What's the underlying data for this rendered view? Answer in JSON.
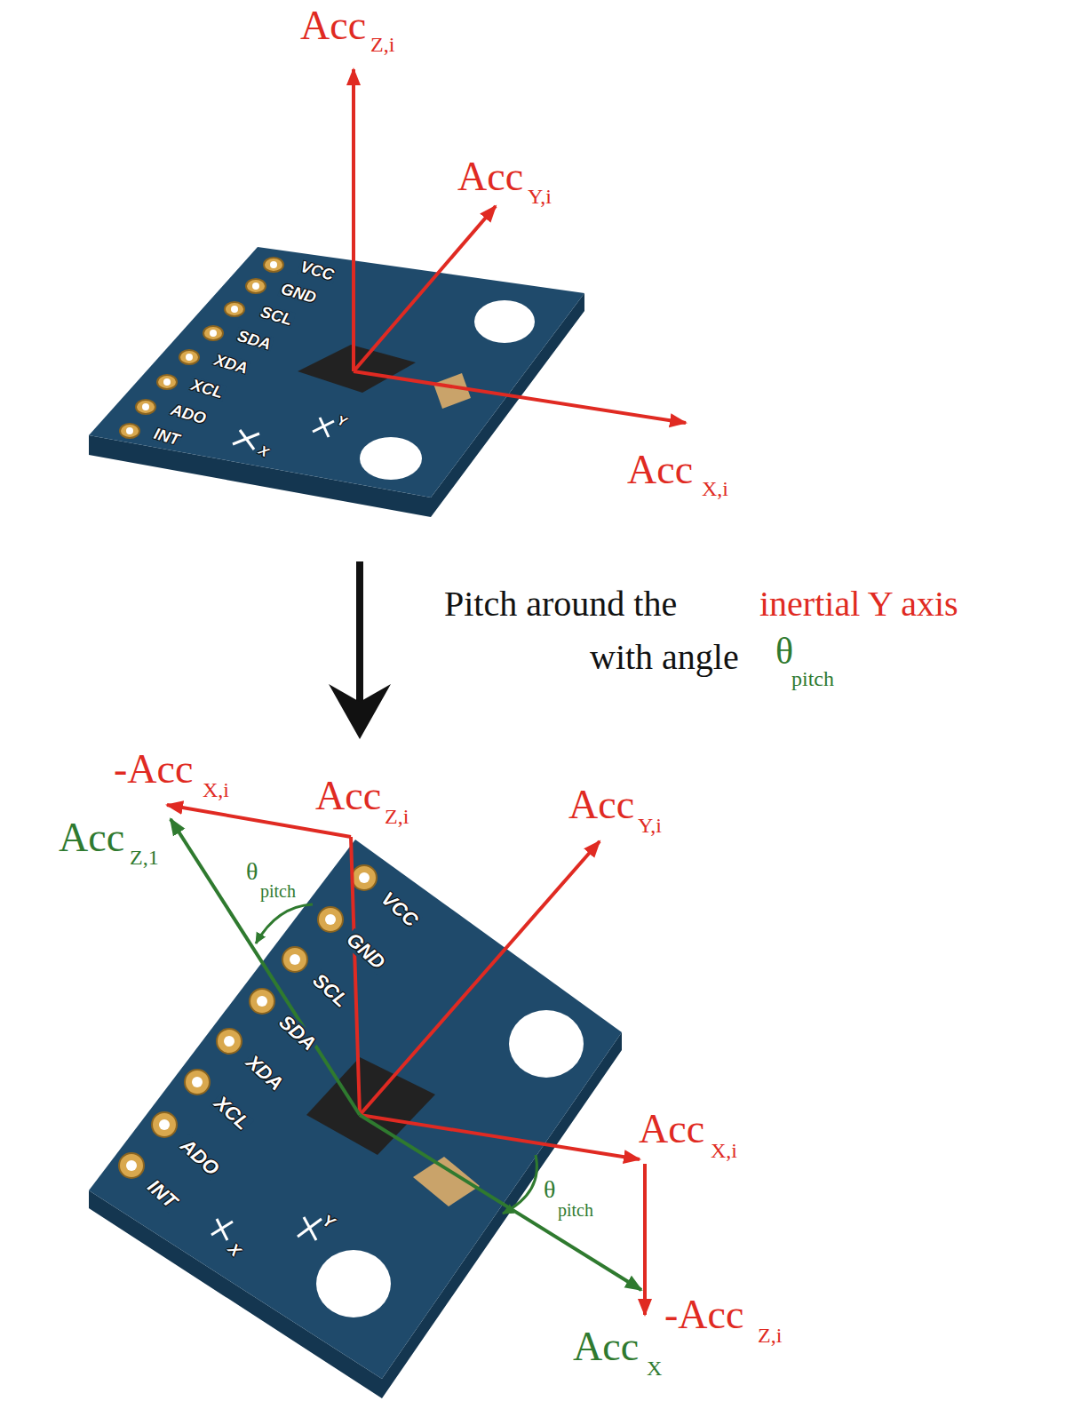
{
  "diagram": {
    "labels": [
      "Acc",
      "Z,i",
      "Acc",
      "Y,i",
      "VCC",
      "GND",
      "SCL",
      "SDA",
      "XDA",
      "XCL",
      "ADO",
      "INT",
      "X",
      "Y",
      "Acc",
      "X,i",
      "Pitch around the",
      "inertial Y axis",
      "with angle",
      "θ",
      "pitch",
      "-Acc",
      "X,i",
      "Acc",
      "Z,i",
      "Acc",
      "Y,i",
      "Acc",
      "Z,1",
      "θ",
      "pitch",
      "VCC",
      "GND",
      "SCL",
      "SDA",
      "XDA",
      "XCL",
      "ADO",
      "INT",
      "X",
      "Y",
      "Acc",
      "X,i",
      "θ",
      "pitch",
      "-Acc",
      "Z,i",
      "Acc",
      "X"
    ]
  }
}
